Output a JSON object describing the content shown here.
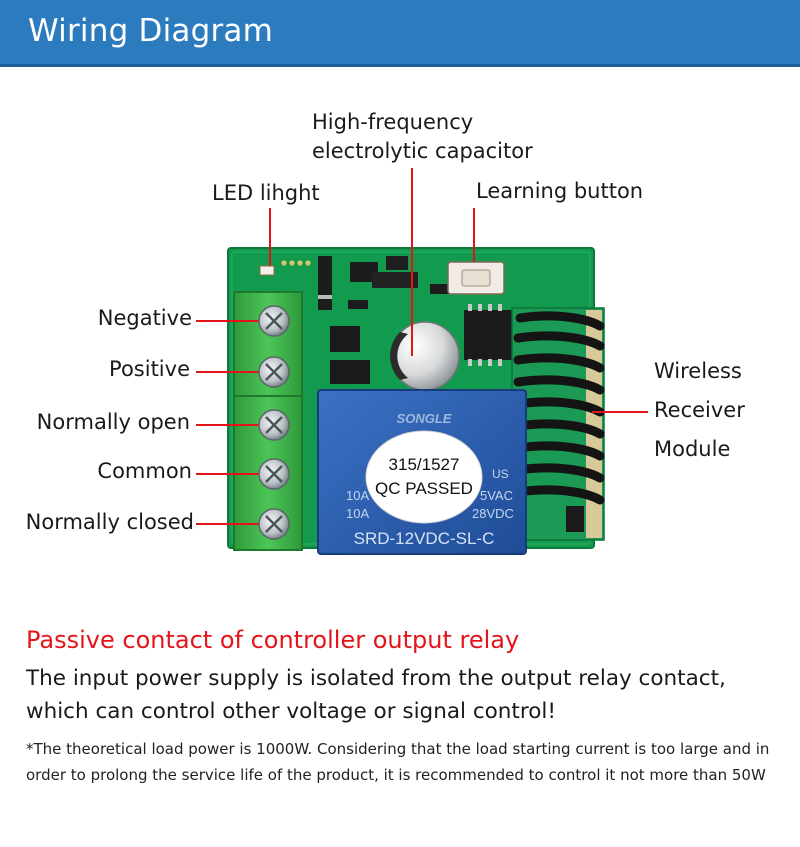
{
  "header": {
    "title": "Wiring Diagram"
  },
  "labels": {
    "capacitor_line1": "High-frequency",
    "capacitor_line2": "electrolytic capacitor",
    "led": "LED lihght",
    "learning_button": "Learning button",
    "negative": "Negative",
    "positive": "Positive",
    "normally_open": "Normally open",
    "common": "Common",
    "normally_closed": "Normally closed",
    "wireless_line1": "Wireless",
    "wireless_line2": "Receiver",
    "wireless_line3": "Module"
  },
  "board": {
    "relay_brand": "SONGLE",
    "relay_model": "SRD-12VDC-SL-C",
    "relay_rating_left1": "10A",
    "relay_rating_left2": "10A",
    "relay_rating_right1": "5VAC",
    "relay_rating_right2": "28VDC",
    "relay_mark": "US",
    "sticker_line1": "315/1527",
    "sticker_line2": "QC PASSED"
  },
  "colors": {
    "header_bg": "#2c7bbf",
    "leader_line": "#e3151a",
    "pcb_green": "#129b4f",
    "terminal_green": "#3fb54a",
    "relay_blue": "#2a5dae",
    "section_title": "#e3151a"
  },
  "section": {
    "title": "Passive contact of controller output relay",
    "body": "The input power supply is isolated from the output relay contact, which can control other voltage or signal control!"
  },
  "footnote": "*The theoretical load power is 1000W. Considering that the load starting current is too large and in order to prolong the service life of the product, it is recommended to control it not more than 50W"
}
